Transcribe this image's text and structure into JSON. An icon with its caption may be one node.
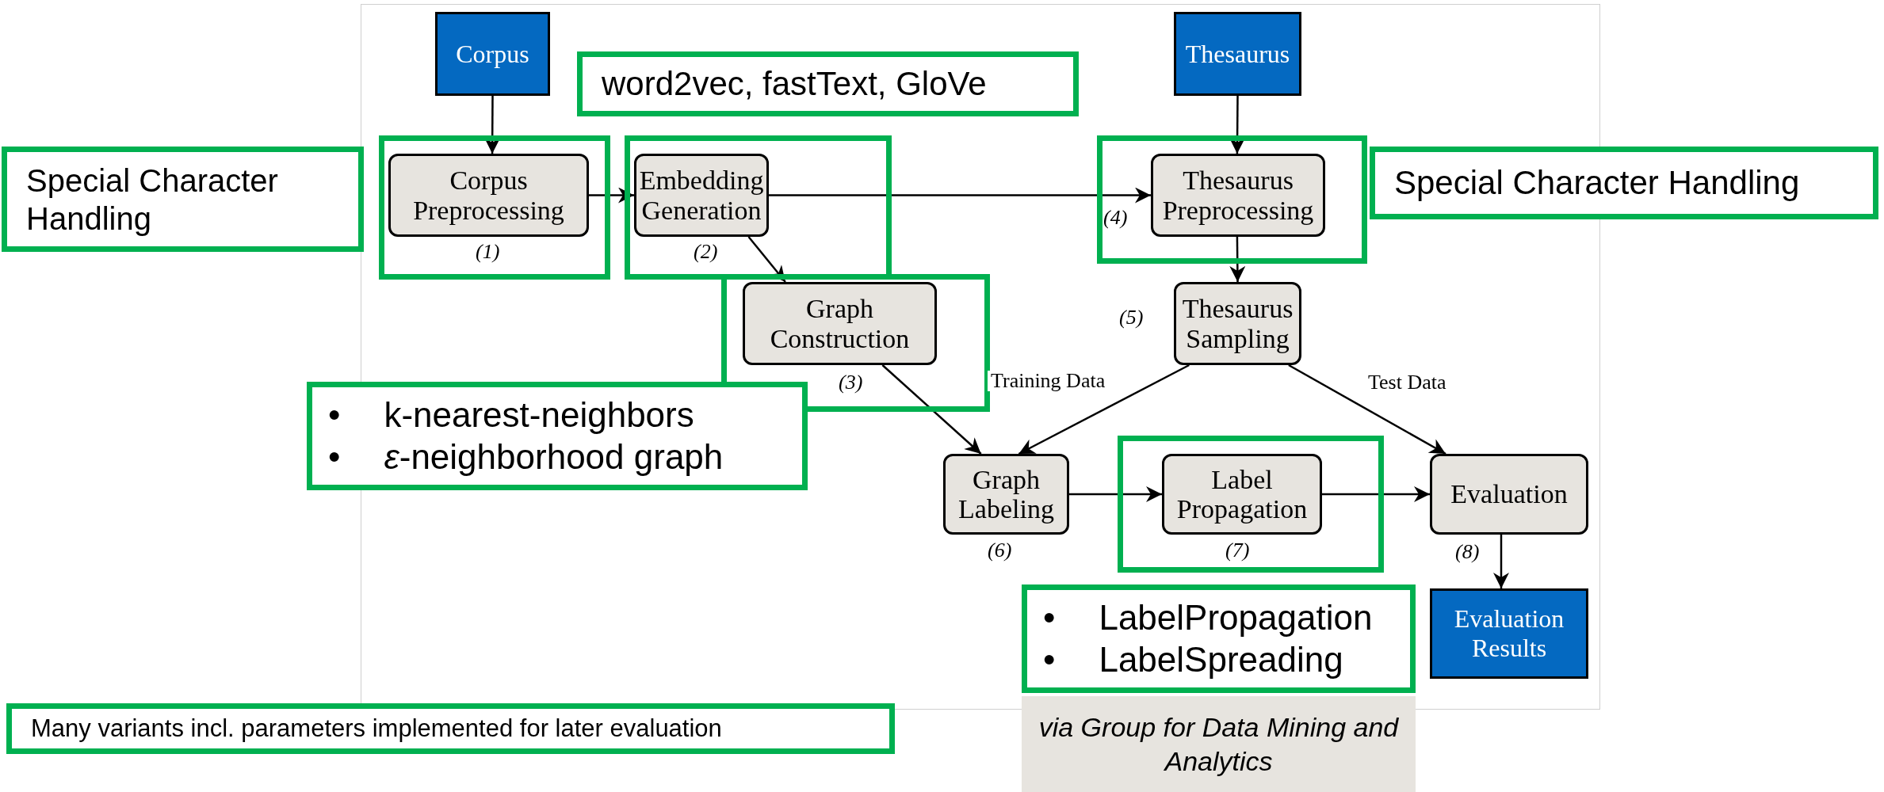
{
  "diagram": {
    "nodes": [
      {
        "text": [
          "Corpus"
        ]
      },
      {
        "text": [
          "word2vec, fastText, GloVe"
        ]
      },
      {
        "text": [
          "Thesaurus"
        ]
      },
      {
        "text": [
          "Special Character Handling"
        ]
      },
      {
        "text": [
          "Corpus Preprocessing"
        ],
        "beside": [
          "(1)"
        ]
      },
      {
        "text": [
          "Embedding Generation"
        ],
        "beside": [
          "(2)"
        ]
      },
      {
        "text": [
          "Thesaurus Preprocessing"
        ],
        "beside": [
          "(4)"
        ]
      },
      {
        "text": [
          "Special Character Handling"
        ]
      },
      {
        "text": [
          "Graph Construction"
        ],
        "beside": [
          "(3)"
        ]
      },
      {
        "text": [
          "Thesaurus Sampling"
        ],
        "beside": [
          "(5)"
        ]
      },
      {
        "text": [
          "•",
          "k-nearest-neighbors",
          "•",
          "*ε*-neighborhood graph"
        ]
      },
      {
        "text": [
          "Graph Labeling"
        ],
        "beside": [
          "(6)"
        ]
      },
      {
        "text": [
          "Label Propagation"
        ],
        "beside": [
          "(7)"
        ]
      },
      {
        "text": [
          "Evaluation"
        ],
        "beside": [
          "(8)"
        ]
      },
      {
        "text": [
          "•",
          "LabelPropagation",
          "•",
          "LabelSpreading"
        ]
      },
      {
        "text": [
          "Evaluation Results"
        ]
      },
      {
        "text": [
          "Many variants incl. parameters implemented for later evaluation"
        ]
      },
      {
        "text": [
          "via Group for Data Mining and Analytics"
        ]
      }
    ],
    "edges": [
      {
        "from": 0,
        "to": 4,
        "arrow": "to"
      },
      {
        "from": 4,
        "to": 5,
        "arrow": "to"
      },
      {
        "from": 5,
        "to": 6,
        "arrow": "to"
      },
      {
        "from": 5,
        "to": 8,
        "arrow": "to"
      },
      {
        "from": 2,
        "to": 6,
        "arrow": "to"
      },
      {
        "from": 6,
        "to": 9,
        "arrow": "to"
      },
      {
        "from": 9,
        "to": 11,
        "arrow": "to",
        "label": "Training Data"
      },
      {
        "from": 9,
        "to": 13,
        "arrow": "to",
        "label": "Test Data"
      },
      {
        "from": 8,
        "to": 11,
        "arrow": "to"
      },
      {
        "from": 11,
        "to": 12,
        "arrow": "to"
      },
      {
        "from": 12,
        "to": 13,
        "arrow": "to"
      },
      {
        "from": 13,
        "to": 15,
        "arrow": "to"
      }
    ]
  }
}
